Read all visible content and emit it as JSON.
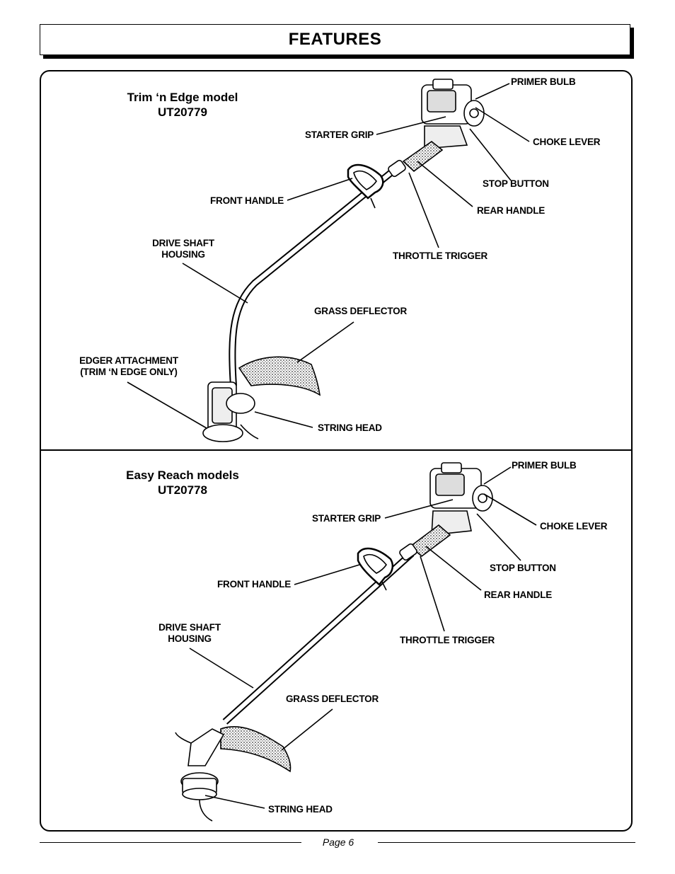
{
  "header": {
    "title": "FEATURES"
  },
  "top_section": {
    "model_name": "Trim ‘n Edge model",
    "model_number": "UT20779",
    "labels": {
      "primer_bulb": "PRIMER BULB",
      "starter_grip": "STARTER GRIP",
      "choke_lever": "CHOKE LEVER",
      "stop_button": "STOP BUTTON",
      "front_handle": "FRONT HANDLE",
      "rear_handle": "REAR HANDLE",
      "drive_shaft_line1": "DRIVE SHAFT",
      "drive_shaft_line2": "HOUSING",
      "throttle_trigger": "THROTTLE TRIGGER",
      "grass_deflector": "GRASS DEFLECTOR",
      "edger_line1": "EDGER ATTACHMENT",
      "edger_line2": "(TRIM ‘N EDGE ONLY)",
      "string_head": "STRING HEAD"
    }
  },
  "bottom_section": {
    "model_name": "Easy Reach models",
    "model_number": "UT20778",
    "labels": {
      "primer_bulb": "PRIMER BULB",
      "starter_grip": "STARTER GRIP",
      "choke_lever": "CHOKE LEVER",
      "stop_button": "STOP BUTTON",
      "front_handle": "FRONT HANDLE",
      "rear_handle": "REAR HANDLE",
      "drive_shaft_line1": "DRIVE SHAFT",
      "drive_shaft_line2": "HOUSING",
      "throttle_trigger": "THROTTLE TRIGGER",
      "grass_deflector": "GRASS DEFLECTOR",
      "string_head": "STRING HEAD"
    }
  },
  "footer": {
    "page_label": "Page 6"
  }
}
